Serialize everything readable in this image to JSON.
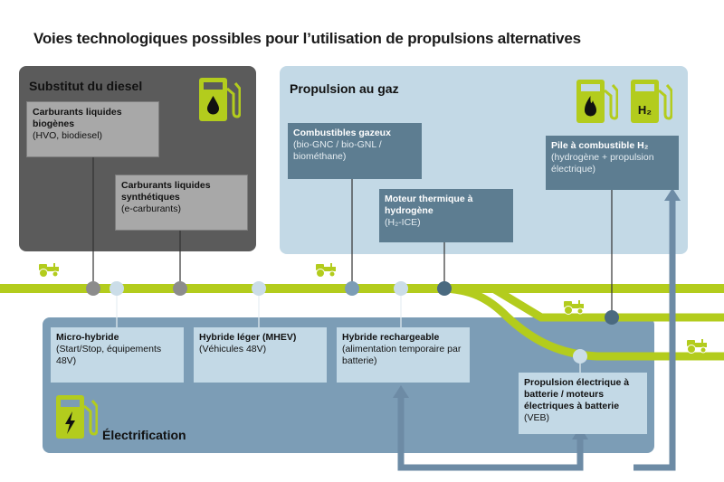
{
  "title": "Voies technologiques possibles pour l’utilisation de propulsions alternatives",
  "zones": {
    "diesel": "Substitut du diesel",
    "gas": "Propulsion au gaz",
    "elec": "Électrification"
  },
  "boxes": {
    "bio": {
      "title": "Carburants liquides biogènes",
      "sub": "(HVO, biodiesel)"
    },
    "synth": {
      "title": "Carburants liquides synthétiques",
      "sub": "(e-carburants)"
    },
    "gnc": {
      "title": "Combustibles gazeux",
      "sub": "(bio-GNC / bio-GNL / biométhane)"
    },
    "h2ice": {
      "title": "Moteur thermique à hydrogène",
      "sub": "(H₂-ICE)"
    },
    "fc": {
      "title": "Pile à combustible H₂",
      "sub": "(hydrogène + propulsion électrique)"
    },
    "micro": {
      "title": "Micro-hybride",
      "sub": "(Start/Stop, équipements 48V)"
    },
    "mhev": {
      "title": "Hybride léger (MHEV)",
      "sub": "(Véhicules 48V)"
    },
    "phev": {
      "title": "Hybride rechargeable",
      "sub": "(alimentation temporaire par batterie)"
    },
    "veb": {
      "title": "Propulsion électrique à batterie / moteurs électriques à batterie",
      "sub": "(VEB)"
    }
  },
  "icons": {
    "diesel_pump": "fuel-pump-drop-icon",
    "gas_pump": "fuel-pump-flame-icon",
    "h2_pump": "fuel-pump-h2-icon",
    "h2_label": "H₂",
    "elec_pump": "charging-station-bolt-icon",
    "tractor": "tractor-icon"
  },
  "colors": {
    "lime": "#b3cc1d",
    "diesel_zone": "#5b5b5b",
    "gas_zone": "#c3d9e6",
    "elec_zone": "#7c9db6",
    "dark_box": "#5d7d91",
    "gray_box": "#a8a8a8",
    "arrow": "#6d8ba5"
  }
}
